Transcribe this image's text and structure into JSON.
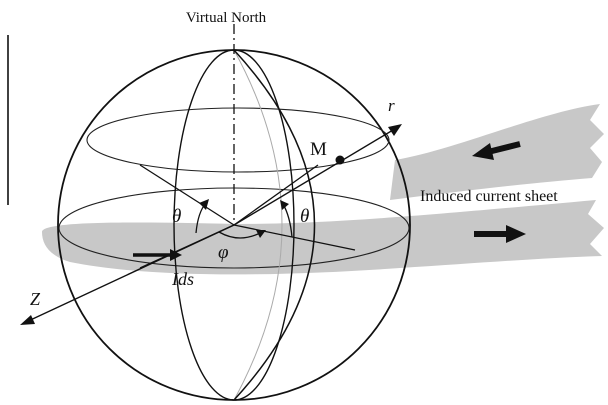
{
  "labels": {
    "north": "Virtual North",
    "r": "r",
    "M": "M",
    "sheet": "Induced current sheet",
    "theta_left": "θ",
    "theta_right": "θ",
    "phi": "φ",
    "ids": "Ids",
    "Z": "Z"
  },
  "colors": {
    "ink": "#111111",
    "sheet": "#c8c8c8",
    "faint": "#9a9a9a"
  }
}
